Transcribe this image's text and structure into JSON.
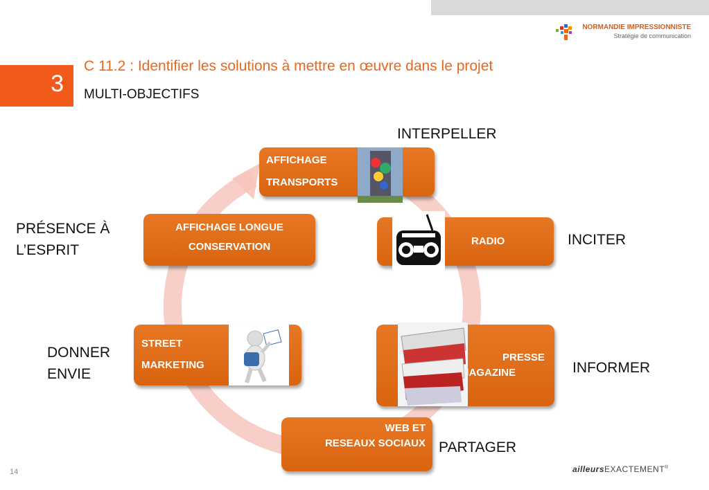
{
  "slide": {
    "section_number": "3",
    "title": "C 11.2 : Identifier les solutions à mettre en œuvre dans le projet",
    "subtitle": "MULTI-OBJECTIFS",
    "page_number": "14"
  },
  "header_logo": {
    "name": "NORMANDIE IMPRESSIONNISTE",
    "tagline": "Stratégie de communication"
  },
  "footer_logo": {
    "brand": "ailleurs",
    "suffix": "EXACTEMENT",
    "mark": "®"
  },
  "nodes": {
    "affichage": {
      "line1": "AFFICHAGE",
      "line2": "TRANSPORTS"
    },
    "radio": {
      "line1": "RADIO"
    },
    "presse": {
      "line1": "PRESSE",
      "line2": "MAGAZINE"
    },
    "web": {
      "line1": "WEB ET",
      "line2": "RESEAUX SOCIAUX"
    },
    "street": {
      "line1": "STREET",
      "line2": "MARKETING"
    },
    "longue": {
      "line1": "AFFICHAGE LONGUE",
      "line2": "CONSERVATION"
    }
  },
  "verbs": {
    "interpeller": "INTERPELLER",
    "inciter": "INCITER",
    "informer": "INFORMER",
    "partager": "PARTAGER",
    "donner_line1": "DONNER",
    "donner_line2": "ENVIE",
    "presence_line1": "PRÉSENCE À",
    "presence_line2": "L’ESPRIT"
  },
  "colors": {
    "accent": "#f05a1a",
    "node": "#e06c1a",
    "ring": "#f6c8c2"
  }
}
